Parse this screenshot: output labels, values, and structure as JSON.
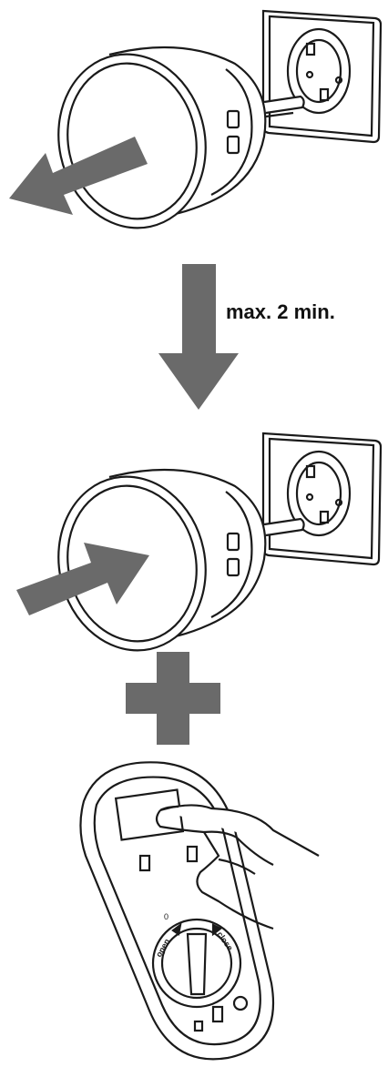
{
  "timing_label": "max. 2 min.",
  "remote_dial_labels": [
    "open",
    "close",
    "0"
  ],
  "colors": {
    "arrow": "#6a6a6a",
    "line": "#1a1a1a",
    "background": "#ffffff"
  }
}
